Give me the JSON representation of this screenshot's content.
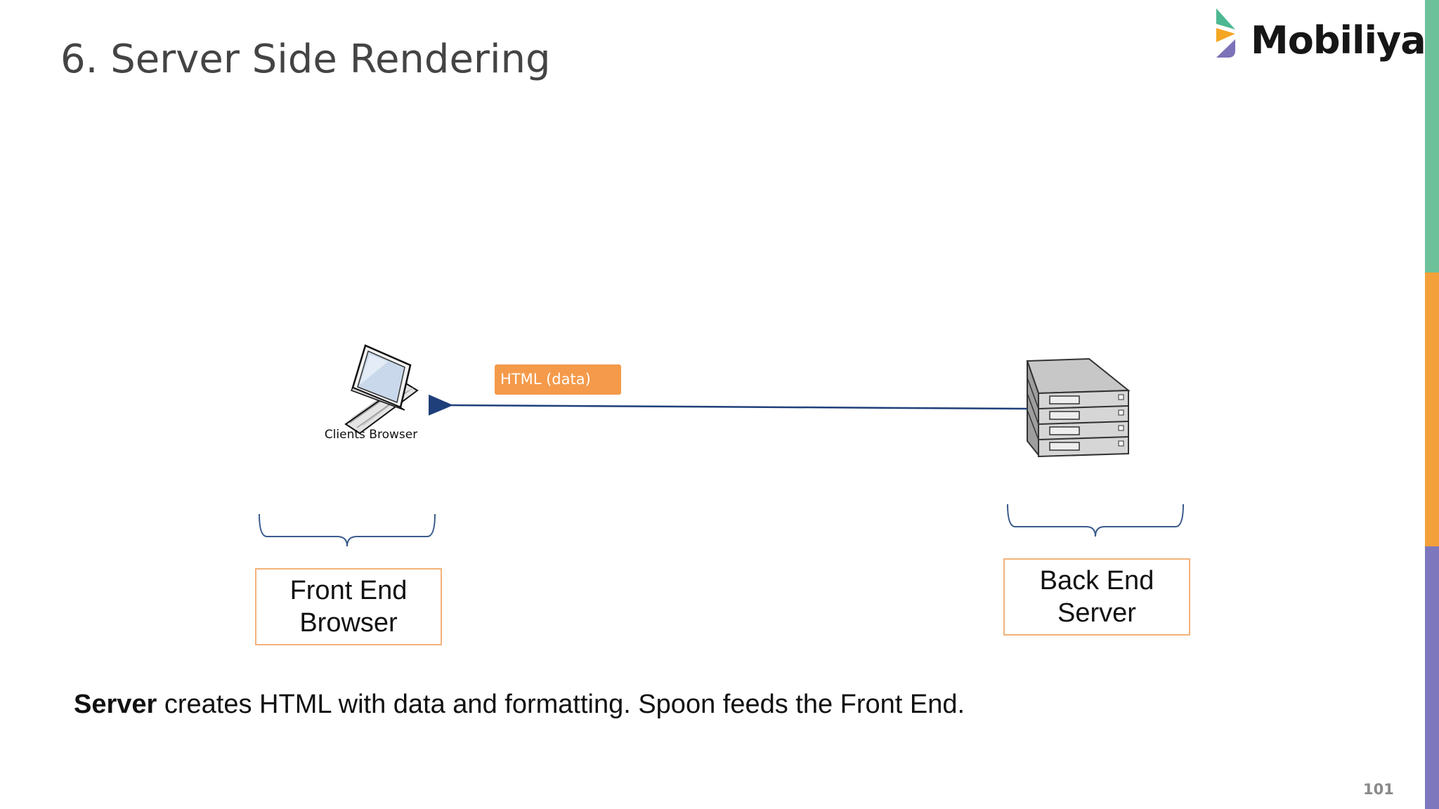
{
  "slide": {
    "title": "6. Server Side Rendering",
    "page_number": "101"
  },
  "logo": {
    "text": "Mobiliya",
    "colors": [
      "#4db891",
      "#f5a623",
      "#7b72b8"
    ]
  },
  "side_bar": {
    "colors": [
      "#6cc19a",
      "#f3a03a",
      "#7d78bd"
    ]
  },
  "diagram": {
    "client": {
      "icon": "laptop-icon",
      "caption": "Clients Browser"
    },
    "server": {
      "icon": "server-rack-icon"
    },
    "flow": {
      "label": "HTML (data)",
      "direction": "server-to-client",
      "label_color": "#f49a4a",
      "arrow_color": "#1f3f7a"
    },
    "roles": {
      "front": {
        "line1": "Front End",
        "line2": "Browser"
      },
      "back": {
        "line1": "Back End",
        "line2": "Server"
      }
    },
    "box_border_color": "#f2b27a",
    "brace_color": "#3a5a8c"
  },
  "summary": {
    "bold_part": "Server",
    "rest": " creates HTML with data and formatting. Spoon feeds the Front End."
  }
}
